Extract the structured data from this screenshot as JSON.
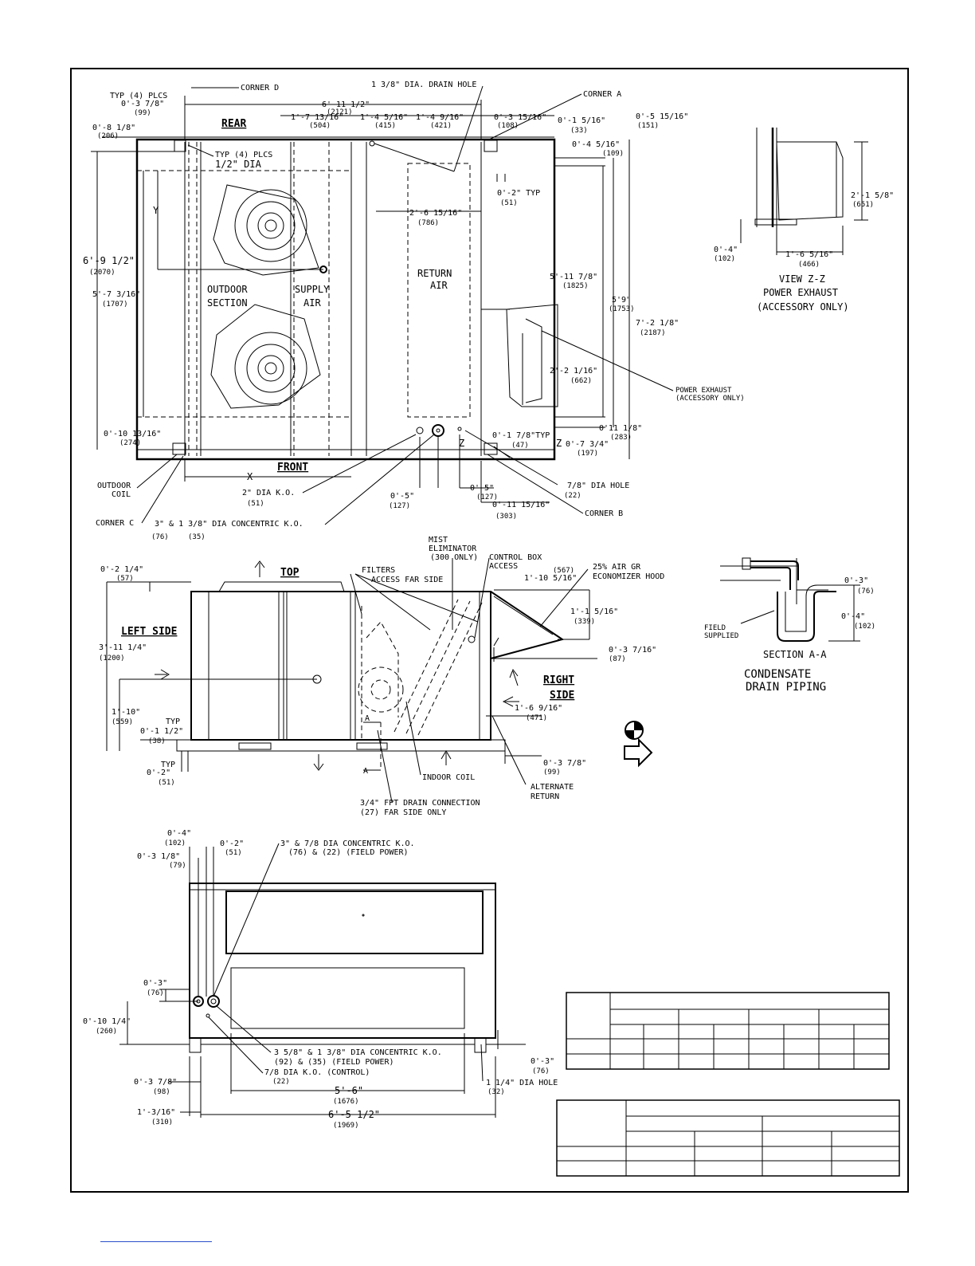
{
  "plan": {
    "corner_d": "CORNER D",
    "drain_hole": "1 3/8\" DIA. DRAIN HOLE",
    "corner_a": "CORNER A",
    "typ4_top": "TYP (4) PLCS",
    "d_0_3_7_8": "0'-3 7/8\"",
    "m_99": "(99)",
    "d_6_11_1_2": "6'-11 1/2\"",
    "m_2121": "(2121)",
    "d_0_8_1_8": "0'-8 1/8\"",
    "m_206": "(206)",
    "rear": "REAR",
    "d_1_7_13_16": "1'-7 13/16\"",
    "m_504": "(504)",
    "d_1_4_5_16": "1'-4 5/16\"",
    "m_415": "(415)",
    "d_1_4_9_16": "1'-4 9/16\"",
    "m_421": "(421)",
    "d_0_3_15_16": "0'-3 15/16\"",
    "m_108": "(108)",
    "d_0_1_5_16": "0'-1 5/16\"",
    "m_33": "(33)",
    "d_0_5_15_16": "0'-5 15/16\"",
    "m_151": "(151)",
    "d_0_4_5_16": "0'-4 5/16\"",
    "m_109": "(109)",
    "typ4_b": "TYP (4) PLCS",
    "half_dia": "1/2\" DIA",
    "d_0_2_typ": "0'-2\" TYP",
    "m_51a": "(51)",
    "y": "Y",
    "d_2_6_15_16": "2'-6 15/16\"",
    "m_786": "(786)",
    "d_6_9_1_2": "6'-9 1/2\"",
    "m_2070": "(2070)",
    "return": "RETURN",
    "air": "AIR",
    "outdoor": "OUTDOOR",
    "section": "SECTION",
    "supply": "SUPPLY",
    "air2": "AIR",
    "d_5_11_7_8": "5'-11 7/8\"",
    "m_1825": "(1825)",
    "d_5_7_3_16": "5'-7 3/16\"",
    "m_1707": "(1707)",
    "d_5_9": "5'9\"",
    "m_1753": "(1753)",
    "d_7_2_1_8": "7'-2 1/8\"",
    "m_2187": "(2187)",
    "d_2_2_1_16": "2'-2 1/16\"",
    "m_662": "(662)",
    "pe1": "POWER EXHAUST",
    "pe2": "(ACCESSORY ONLY)",
    "d_0_10_13_16": "0'-10 13/16\"",
    "m_274": "(274)",
    "d_0_1_7_8": "0'-1 7/8\"TYP",
    "m_47": "(47)",
    "z1": "Z",
    "z2": "Z",
    "d_0_11_1_8": "0'11 1/8\"",
    "m_283": "(283)",
    "d_0_7_3_4": "0'-7 3/4\"",
    "m_197": "(197)",
    "x": "X",
    "front": "FRONT",
    "outdoor_coil_1": "OUTDOOR",
    "outdoor_coil_2": "COIL",
    "ko2": "2\" DIA K.O.",
    "m_51b": "(51)",
    "d_0_5a": "0'-5\"",
    "m_127a": "(127)",
    "d_0_5b": "0'-5\"",
    "m_127b": "(127)",
    "d_0_11_15_16": "0'-11 15/16\"",
    "m_303": "(303)",
    "hole78": "7/8\" DIA HOLE",
    "m_22a": "(22)",
    "corner_b": "CORNER B",
    "corner_c": "CORNER C",
    "concentric": "3\" & 1 3/8\" DIA CONCENTRIC K.O.",
    "m_76": "(76)",
    "m_35": "(35)"
  },
  "viewzz": {
    "d_2_1_5_8": "2'-1 5/8\"",
    "m_651": "(651)",
    "d_0_4": "0'-4\"",
    "m_102": "(102)",
    "d_1_6_5_16": "1'-6 5/16\"",
    "m_466": "(466)",
    "title": "VIEW Z-Z",
    "sub1": "POWER EXHAUST",
    "sub2": "(ACCESSORY ONLY)"
  },
  "side": {
    "d_0_2_1_4": "0'-2 1/4\"",
    "m_57": "(57)",
    "top": "TOP",
    "filters1": "FILTERS",
    "filters2": "ACCESS FAR SIDE",
    "mist1": "MIST",
    "mist2": "ELIMINATOR",
    "mist3": "(300 ONLY)",
    "cbox1": "CONTROL BOX",
    "cbox2": "ACCESS",
    "m_567": "(567)",
    "d_1_10_5_16": "1'-10 5/16\"",
    "hood1": "25% AIR GR",
    "hood2": "ECONOMIZER HOOD",
    "left_side": "LEFT SIDE",
    "d_1_1_5_16": "1'-1 5/16\"",
    "m_339": "(339)",
    "d_3_11_1_4": "3'-11 1/4\"",
    "m_1200": "(1200)",
    "d_0_3_7_16": "0'-3 7/16\"",
    "m_87": "(87)",
    "right": "RIGHT",
    "side": "SIDE",
    "d_1_6_9_16": "1'-6 9/16\"",
    "m_471": "(471)",
    "d_1_10": "1'-10\"",
    "m_559": "(559)",
    "typ_a": "TYP",
    "d_0_1_1_2": "0'-1 1/2\"",
    "m_38": "(38)",
    "a1": "A",
    "typ_b": "TYP",
    "d_0_2": "0'-2\"",
    "m_51": "(51)",
    "a2": "A",
    "indoor_coil": "INDOOR COIL",
    "d_0_3_7_8": "0'-3 7/8\"",
    "m_99": "(99)",
    "alt1": "ALTERNATE",
    "alt2": "RETURN",
    "drain1": "3/4\" FPT DRAIN CONNECTION",
    "drain2": "(27)  FAR SIDE ONLY"
  },
  "section_aa": {
    "d_0_3": "0'-3\"",
    "m_76": "(76)",
    "d_0_4": "0'-4\"",
    "m_102": "(102)",
    "field1": "FIELD",
    "field2": "SUPPLIED",
    "title": "SECTION A-A",
    "cap1": "CONDENSATE",
    "cap2": "DRAIN PIPING"
  },
  "front_view": {
    "d_0_4": "0'-4\"",
    "m_102": "(102)",
    "d_0_2": "0'-2\"",
    "m_51": "(51)",
    "ko1a": "3\" & 7/8 DIA CONCENTRIC K.O.",
    "ko1b": "(76) & (22) (FIELD POWER)",
    "d_0_3_1_8": "0'-3 1/8\"",
    "m_79": "(79)",
    "d_0_3a": "0'-3\"",
    "m_76a": "(76)",
    "d_0_10_1_4": "0'-10 1/4\"",
    "m_260": "(260)",
    "ko2a": "3 5/8\" & 1 3/8\" DIA CONCENTRIC K.O.",
    "ko2b": "(92) & (35)  (FIELD POWER)",
    "ko3a": "7/8 DIA K.O. (CONTROL)",
    "ko3b": "(22)",
    "d_0_3b": "0'-3\"",
    "m_76b": "(76)",
    "d_0_3_7_8": "0'-3 7/8\"",
    "m_98": "(98)",
    "hole": "1 1/4\" DIA HOLE",
    "m_32": "(32)",
    "d_5_6": "5'-6\"",
    "m_1676": "(1676)",
    "d_1_3_16": "1'-3/16\"",
    "m_310": "(310)",
    "d_6_5_1_2": "6'-5 1/2\"",
    "m_1969": "(1969)"
  }
}
